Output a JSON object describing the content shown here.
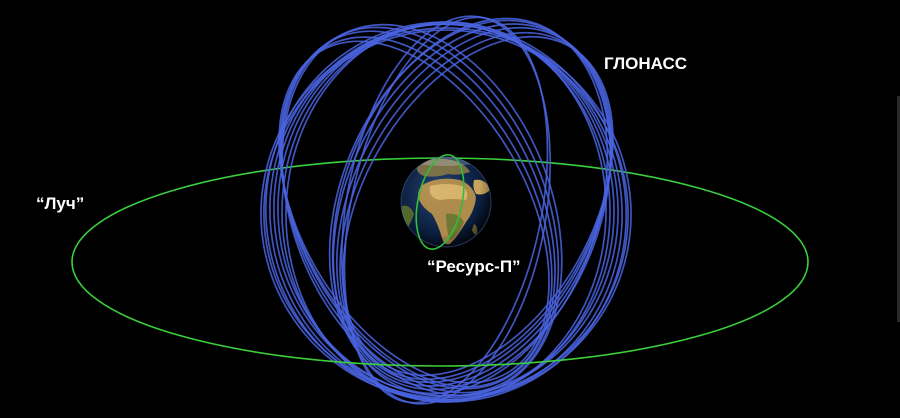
{
  "labels": {
    "glonass": "ГЛОНАСС",
    "luch": "“Луч”",
    "resurs": "“Ресурс-П”"
  },
  "colors": {
    "background": "#000000",
    "glonass_orbit": "#4a64e0",
    "luch_orbit": "#3ccf3c",
    "resurs_orbit": "#2fbf3a",
    "label": "#ffffff"
  },
  "earth": {
    "icon": "earth-globe-icon"
  }
}
